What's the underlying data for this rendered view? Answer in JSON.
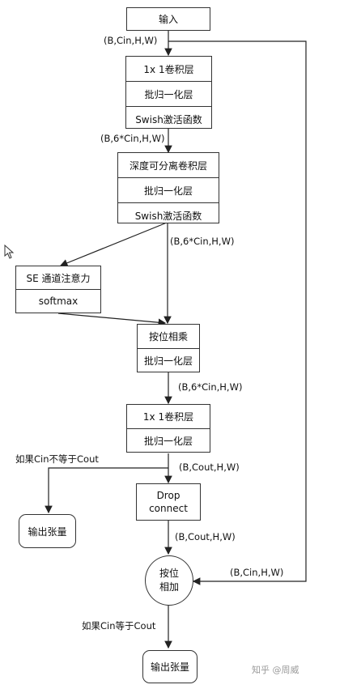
{
  "input_box": "输入",
  "blocks": {
    "conv1": [
      "1x 1卷积层",
      "批归一化层",
      "Swish激活函数"
    ],
    "dwconv": [
      "深度可分离卷积层",
      "批归一化层",
      "Swish激活函数"
    ],
    "se": [
      "SE 通道注意力",
      "softmax"
    ],
    "multiply": [
      "按位相乘",
      "批归一化层"
    ],
    "conv2": [
      "1x 1卷积层",
      "批归一化层"
    ],
    "drop": "Drop connect",
    "add": [
      "按位",
      "相加"
    ],
    "output_left": "输出张量",
    "output_bottom": "输出张量"
  },
  "shapes": {
    "input": "(B,Cin,H,W)",
    "after_conv1": "(B,6*Cin,H,W)",
    "after_dw": "(B,6*Cin,H,W)",
    "after_mul": "(B,6*Cin,H,W)",
    "after_conv2": "(B,Cout,H,W)",
    "after_drop": "(B,Cout,H,W)",
    "skip": "(B,Cin,H,W)"
  },
  "conditions": {
    "not_equal": "如果Cin不等于Cout",
    "equal": "如果Cin等于Cout"
  },
  "watermark": "知乎 @周威"
}
